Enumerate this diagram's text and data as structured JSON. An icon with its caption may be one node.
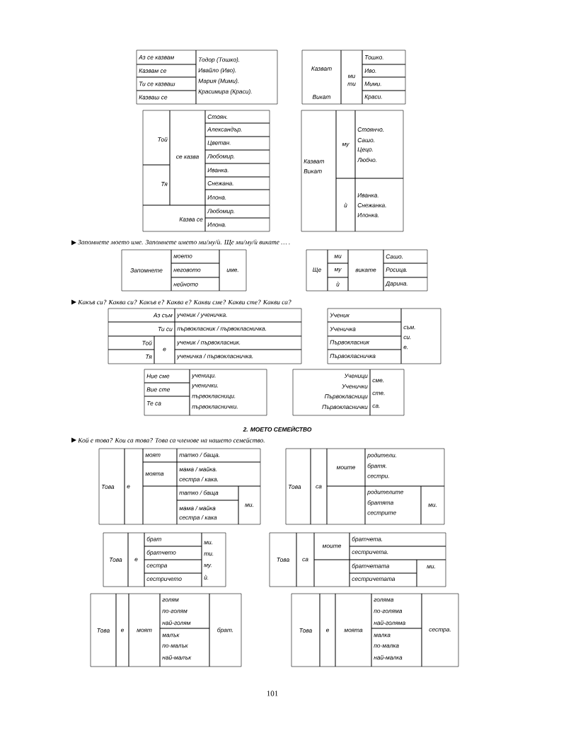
{
  "diagram": {
    "labels": [
      "Аз се казвам",
      "Казвам се",
      "Ти се казваш",
      "Казваш се",
      "Тодор (Тошко).",
      "Ивайло (Иво).",
      "Мария (Мими).",
      "Красимира (Краси).",
      "Казват",
      "Викат",
      "ми",
      "ти",
      "Тошко.",
      "Иво.",
      "Мими.",
      "Краси.",
      "Той",
      "Тя",
      "се казва",
      "Стоян.",
      "Александър.",
      "Цветан.",
      "Любомир.",
      "Иванка.",
      "Снежана.",
      "Илона.",
      "Любомир.",
      "Илона.",
      "Казва се",
      "Казват",
      "Викат",
      "му",
      "Стоянчо.",
      "Сашо.",
      "Цецо.",
      "Любчо.",
      "ѝ",
      "Иванка.",
      "Снежанка.",
      "Илонка.",
      "Запомнете моето име. Запомнете името ми/му/ѝ. Ще ми/му/ѝ викате … .",
      "Запомнете",
      "моето",
      "неговото",
      "нейното",
      "име.",
      "Ще",
      "ми",
      "му",
      "ѝ",
      "викате",
      "Сашо.",
      "Росица.",
      "Дарина.",
      "Какъв си? Каква си? Какъв е? Каква е? Какви сме? Какви сте? Какви са?",
      "Аз съм",
      "ученик / ученичка.",
      "Ти си",
      "първокласник / първокласничка.",
      "Той",
      "е",
      "ученик / първокласник.",
      "Тя",
      "ученичка / първокласничка.",
      "Ученик",
      "съм.",
      "си.",
      "е.",
      "Ученичка",
      "Първокласник",
      "Първокласничка",
      "Ние сме",
      "ученици.",
      "ученички.",
      "първокласници.",
      "първокласнички.",
      "Вие сте",
      "Те са",
      "Ученици",
      "Ученички",
      "Първокласници",
      "Първокласнички",
      "сме.",
      "сте.",
      "са.",
      "2. МОЕТО СЕМЕЙСТВО",
      "Кой е това? Кои са това? Това са членове на нашето семейство.",
      "Това",
      "е",
      "моят",
      "татко / баща.",
      "моята",
      "мама / майка.",
      "сестра / кака.",
      "татко / баща",
      "мама / майка",
      "сестра / кака",
      "ми.",
      "Това",
      "са",
      "моите",
      "родители.",
      "братя.",
      "сестри.",
      "родителите",
      "братята",
      "сестрите",
      "ми.",
      "Това",
      "е",
      "брат",
      "братчето",
      "сестра",
      "сестричето",
      "ми.",
      "ти.",
      "му.",
      "ѝ.",
      "Това",
      "са",
      "моите",
      "братчета.",
      "сестричета.",
      "братчетата",
      "сестричетата",
      "ми.",
      "Това",
      "е",
      "моят",
      "голям",
      "по-голям",
      "най-голям",
      "малък",
      "по-малък",
      "най-малък",
      "брат.",
      "Това",
      "е",
      "моята",
      "голяма",
      "по-голяма",
      "най-голяма",
      "малка",
      "по-малка",
      "най-малка",
      "сестра.",
      "101"
    ]
  }
}
